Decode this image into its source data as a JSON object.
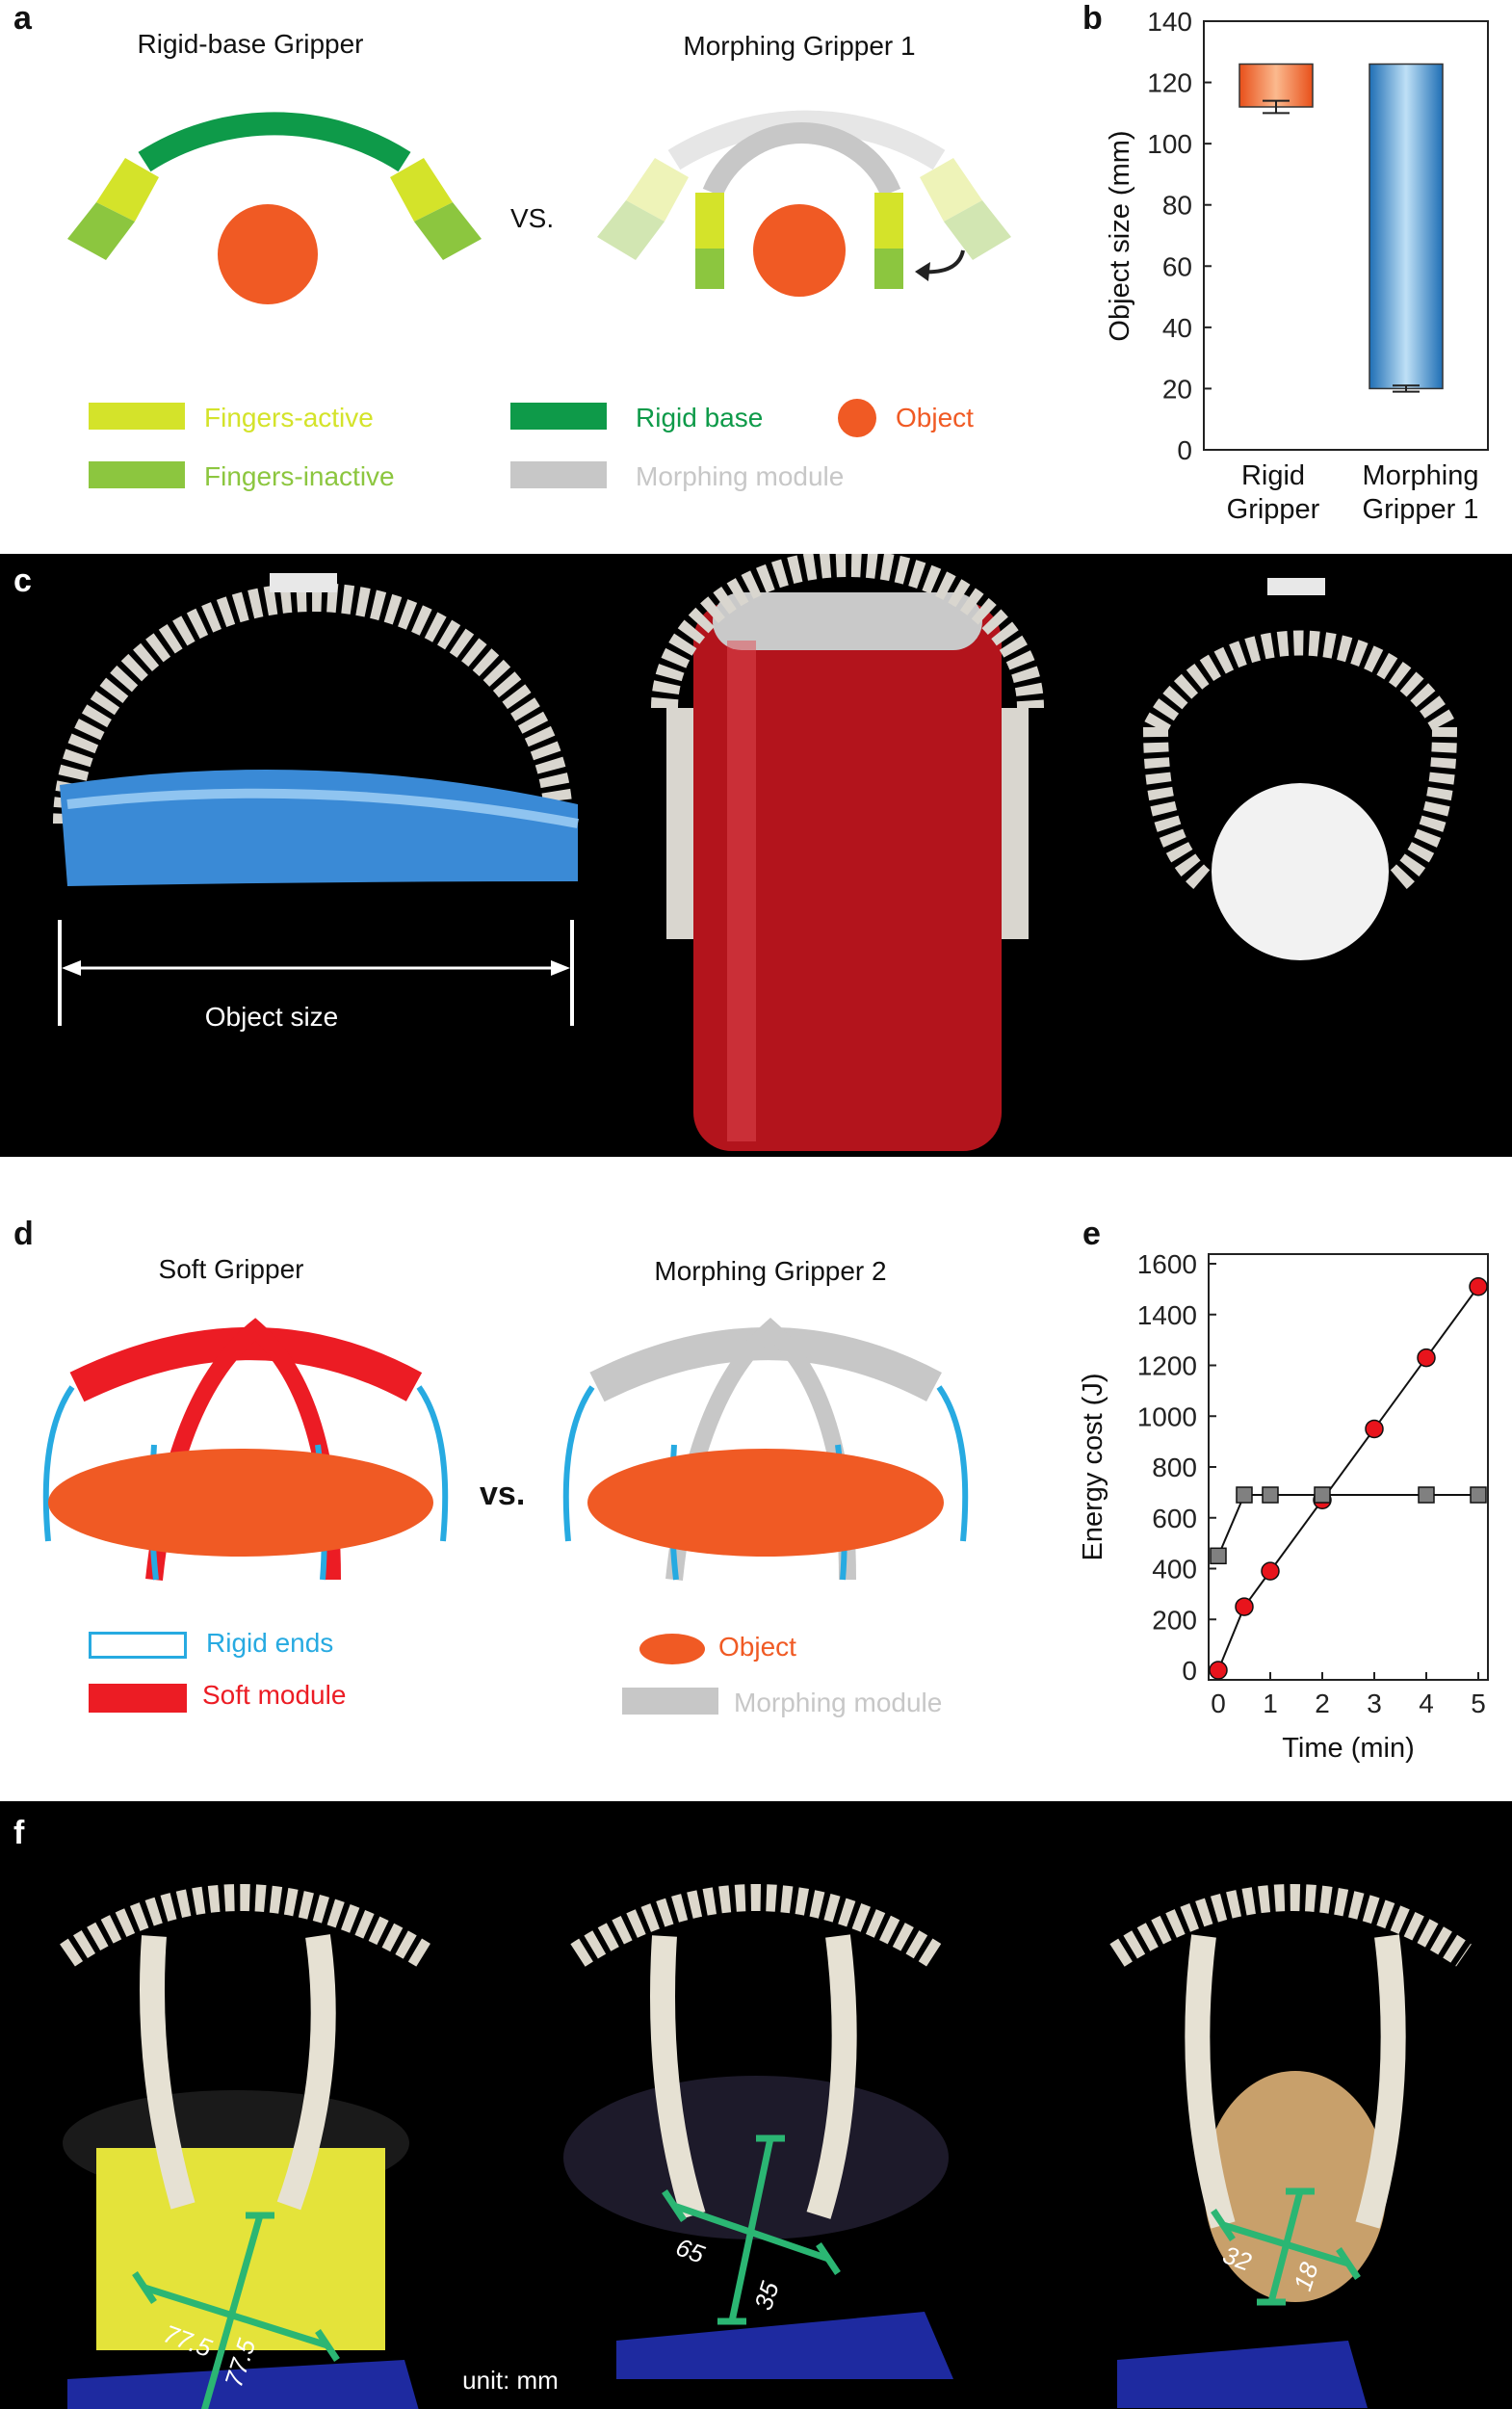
{
  "panels": {
    "a": {
      "label": "a",
      "title_left": "Rigid-base Gripper",
      "title_right": "Morphing Gripper 1",
      "vs": "VS.",
      "legend": {
        "fingers_active": "Fingers-active",
        "fingers_inactive": "Fingers-inactive",
        "rigid_base": "Rigid base",
        "object": "Object",
        "morphing_module": "Morphing module"
      }
    },
    "b": {
      "label": "b"
    },
    "c": {
      "label": "c",
      "object_size": "Object size"
    },
    "d": {
      "label": "d",
      "title_left": "Soft Gripper",
      "title_right": "Morphing Gripper 2",
      "vs": "vs.",
      "legend": {
        "rigid_ends": "Rigid ends",
        "soft_module": "Soft module",
        "object": "Object",
        "morphing_module": "Morphing module"
      }
    },
    "e": {
      "label": "e"
    },
    "f": {
      "label": "f",
      "unit": "unit: mm",
      "dims": [
        {
          "a": "77.5",
          "b": "77.5"
        },
        {
          "a": "65",
          "b": "35"
        },
        {
          "a": "32",
          "b": "18"
        }
      ]
    }
  },
  "colors": {
    "finger_active": "#d4e32a",
    "finger_inactive": "#8cc63f",
    "rigid_base": "#0e9a49",
    "object": "#f05a24",
    "morphing": "#c7c7c7",
    "rigid_ends": "#27aae1",
    "soft": "#ec1c24"
  },
  "chart_data": [
    {
      "type": "bar",
      "ylabel": "Object size (mm)",
      "ylim": [
        0,
        140
      ],
      "yticks": [
        0,
        20,
        40,
        60,
        80,
        100,
        120,
        140
      ],
      "categories": [
        [
          "Rigid",
          "Gripper"
        ],
        [
          "Morphing",
          "Gripper 1"
        ]
      ],
      "ranges": [
        {
          "low": 112,
          "high": 126,
          "err_low": 110,
          "err_high": 114
        },
        {
          "low": 20,
          "high": 126,
          "err_low": 19,
          "err_high": 21
        }
      ],
      "colors": [
        "#f26b2c",
        "#3a8fd0"
      ]
    },
    {
      "type": "line",
      "xlabel": "Time (min)",
      "ylabel": "Energy cost (J)",
      "xlim": [
        0,
        5
      ],
      "ylim": [
        0,
        1600
      ],
      "xticks": [
        0,
        1,
        2,
        3,
        4,
        5
      ],
      "yticks": [
        0,
        200,
        400,
        600,
        800,
        1000,
        1200,
        1400,
        1600
      ],
      "series": [
        {
          "marker": "circle",
          "color": "#e8141c",
          "x": [
            0,
            0.5,
            1,
            2,
            3,
            4,
            5
          ],
          "y": [
            0,
            250,
            390,
            670,
            950,
            1230,
            1510
          ]
        },
        {
          "marker": "square",
          "color": "#808080",
          "x": [
            0,
            0.5,
            1,
            2,
            4,
            5
          ],
          "y": [
            450,
            690,
            690,
            690,
            690,
            690
          ]
        }
      ]
    }
  ]
}
